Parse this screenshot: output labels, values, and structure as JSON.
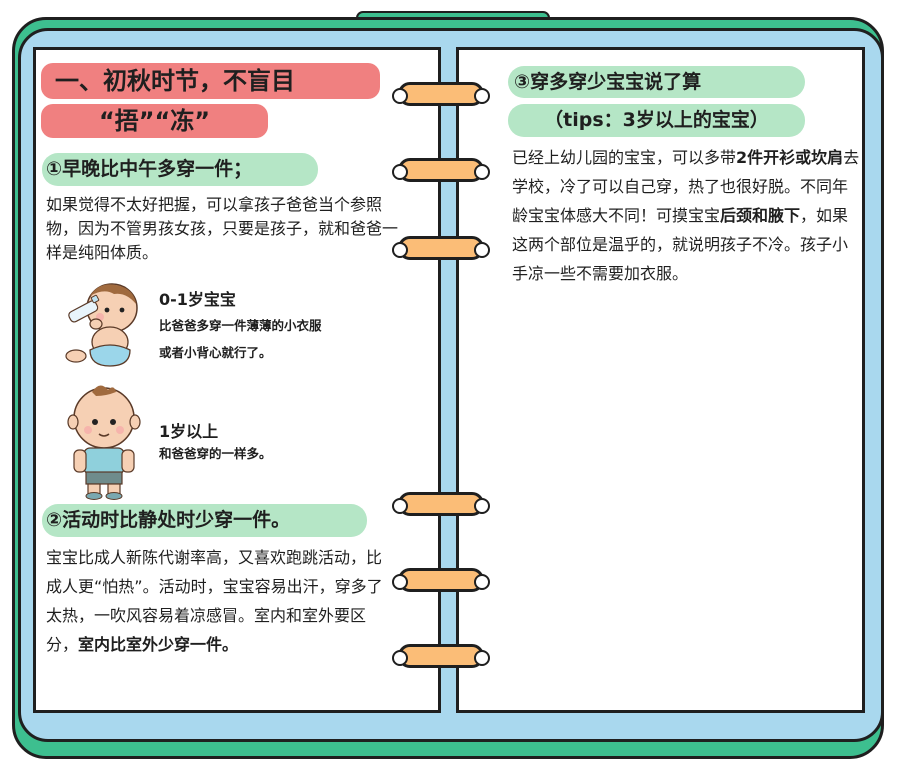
{
  "section1": {
    "title_line1": "一、初秋时节，不盲目",
    "title_line2": "“捂”“冻”"
  },
  "tip1": {
    "heading": "①早晚比中午多穿一件；",
    "body": "如果觉得不太好把握，可以拿孩子爸爸当个参照物，因为不管男孩女孩，只要是孩子，就和爸爸一样是纯阳体质。"
  },
  "baby_infant": {
    "label": "0-1岁宝宝",
    "desc_part1": "比爸爸多穿一件",
    "desc_bold1": "薄薄的小衣服",
    "desc_part2": "或者",
    "desc_bold2": "小背心",
    "desc_part3": "就行了。"
  },
  "baby_toddler": {
    "label": "1岁以上",
    "desc": "和爸爸穿的一样多。"
  },
  "tip2": {
    "heading": "②活动时比静处时少穿一件。",
    "body_plain": "宝宝比成人新陈代谢率高，又喜欢跑跳活动，比成人更“怕热”。活动时，宝宝容易出汗，穿多了太热，一吹风容易着凉感冒。室内和室外要区分，",
    "body_bold": "室内比室外少穿一件。"
  },
  "tip3": {
    "heading_line1": "③穿多穿少宝宝说了算",
    "heading_line2": "（tips：3岁以上的宝宝）",
    "body_p1": "已经上幼儿园的宝宝，可以多带",
    "body_b1": "2件开衫或坎肩",
    "body_p2": "去学校，冷了可以自己穿，热了也很好脱。不同年龄宝宝体感大不同！可摸宝宝",
    "body_b2": "后颈和腋下",
    "body_p3": "，如果这两个部位是温乎的，就说明孩子不冷。孩子小手凉一些不需要加衣服。"
  },
  "colors": {
    "binder_green": "#3dbf8f",
    "binder_blue": "#a9d8ee",
    "pill_red": "#f08080",
    "pill_green": "#b5e6c6",
    "ring_orange": "#fbbd77"
  },
  "icons": [
    "baby-bottle-icon",
    "toddler-icon",
    "binder-ring-icon"
  ]
}
